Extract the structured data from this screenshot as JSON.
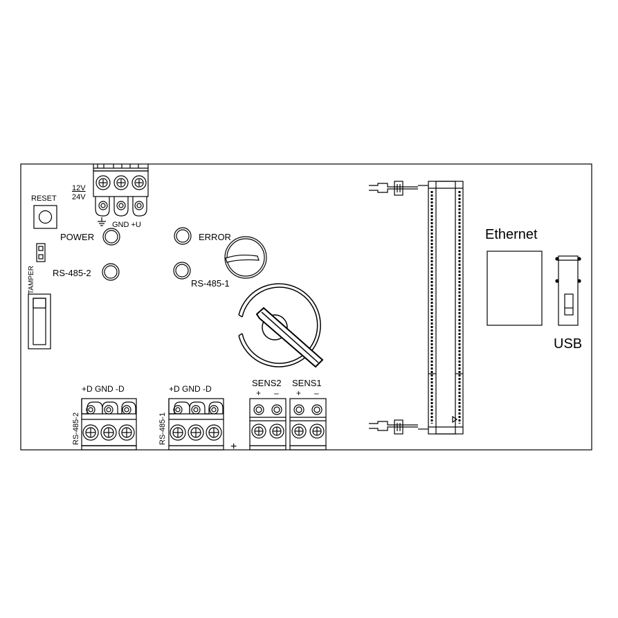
{
  "power_connector": {
    "voltage_top": "12V",
    "voltage_bottom": "24V",
    "pins": "GND +U"
  },
  "reset": {
    "label": "RESET"
  },
  "tamper": {
    "label": "TAMPER"
  },
  "leds": {
    "power": "POWER",
    "error": "ERROR",
    "rs485_2": "RS-485-2",
    "rs485_1": "RS-485-1"
  },
  "ethernet": {
    "label": "Ethernet"
  },
  "usb": {
    "label": "USB"
  },
  "terminals": {
    "rs485_2": {
      "label": "RS-485-2",
      "pins": "+D GND -D"
    },
    "rs485_1": {
      "label": "RS-485-1",
      "pins": "+D GND -D"
    },
    "sens2": {
      "label": "SENS2",
      "plus": "+",
      "minus": "–"
    },
    "sens1": {
      "label": "SENS1",
      "plus": "+",
      "minus": "–"
    }
  },
  "marks": {
    "plus": "+"
  }
}
